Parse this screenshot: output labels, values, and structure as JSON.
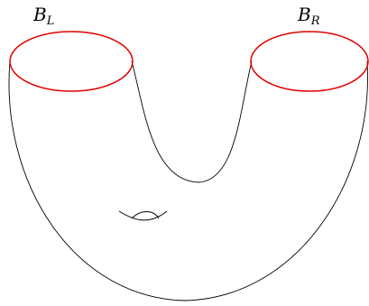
{
  "diagram": {
    "labels": {
      "left": {
        "base": "B",
        "sub": "L"
      },
      "right": {
        "base": "B",
        "sub": "R"
      }
    },
    "colors": {
      "boundary": "#e00000",
      "surface": "#000000",
      "background": "#ffffff"
    }
  }
}
